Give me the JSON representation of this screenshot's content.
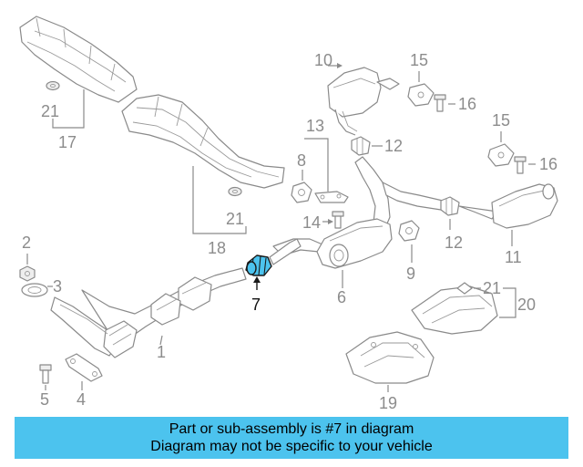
{
  "diagram": {
    "callouts": {
      "c1": "1",
      "c2": "2",
      "c3": "3",
      "c4": "4",
      "c5": "5",
      "c6": "6",
      "c7": "7",
      "c8": "8",
      "c9": "9",
      "c10": "10",
      "c11": "11",
      "c12a": "12",
      "c12b": "12",
      "c13": "13",
      "c14": "14",
      "c15a": "15",
      "c15b": "15",
      "c16a": "16",
      "c16b": "16",
      "c17": "17",
      "c18": "18",
      "c20": "20",
      "c19": "19",
      "c21a": "21",
      "c21b": "21",
      "c21c": "21"
    },
    "highlighted_part": "7",
    "colors": {
      "highlight": "#4cc3ee",
      "banner": "#4cc3ee",
      "line": "#8a8a8a"
    }
  },
  "banner": {
    "line1": "Part or sub-assembly is #7 in diagram",
    "line2": "Diagram may not be specific to your vehicle"
  }
}
